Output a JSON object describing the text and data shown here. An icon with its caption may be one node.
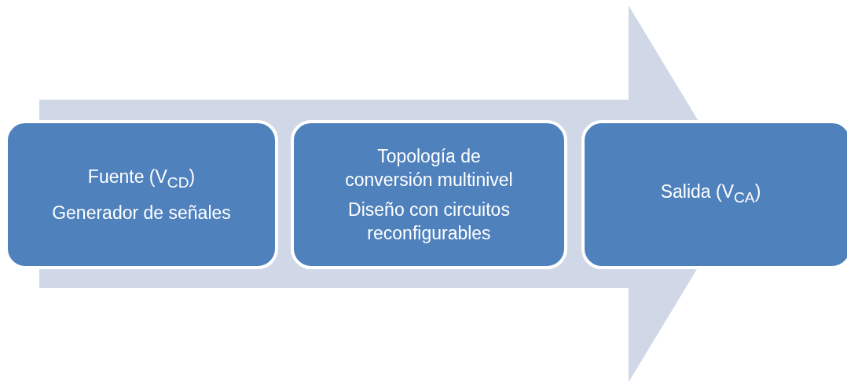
{
  "diagram": {
    "nodes": [
      {
        "text": [
          "Fuente (V$_{CD}$)",
          "Generador de señales"
        ]
      },
      {
        "text": [
          "Topología de conversión multinivel",
          "Diseño con circuitos reconfigurables"
        ]
      },
      {
        "text": [
          "Salida (V$_{CA}$)"
        ]
      }
    ],
    "edges": [
      {
        "from": 0,
        "to": 2,
        "arrow": "to",
        "style": "thick"
      }
    ]
  }
}
